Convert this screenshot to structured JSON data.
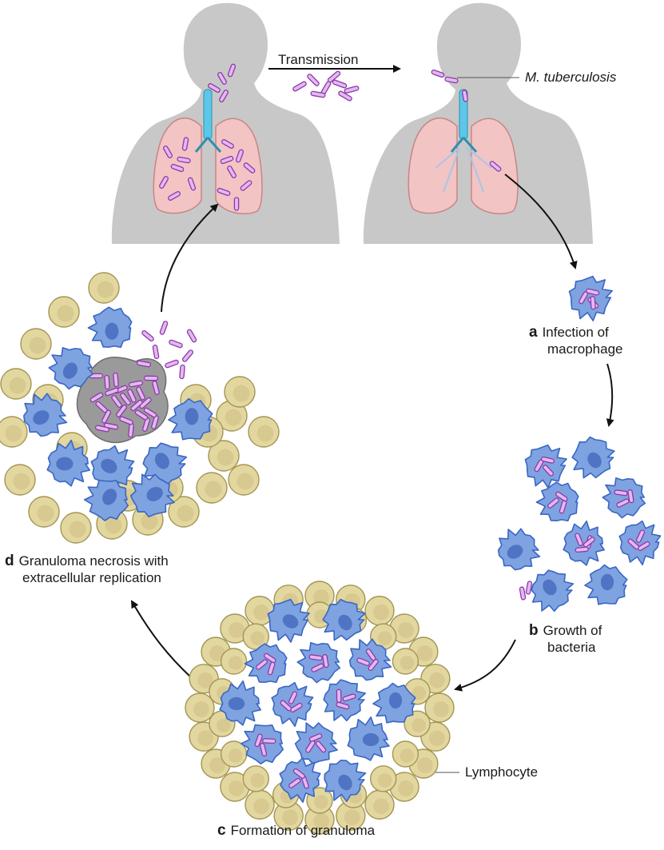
{
  "labels": {
    "transmission": "Transmission",
    "pathogen": "M. tuberculosis",
    "lymphocyte": "Lymphocyte"
  },
  "stages": [
    {
      "letter": "a",
      "line1": "Infection of",
      "line2": "macrophage"
    },
    {
      "letter": "b",
      "line1": "Growth of",
      "line2": "bacteria"
    },
    {
      "letter": "c",
      "line1": "Formation of granuloma",
      "line2": ""
    },
    {
      "letter": "d",
      "line1": "Granuloma necrosis with",
      "line2": "extracellular replication"
    }
  ],
  "colors": {
    "body_silhouette": "#c8c8c8",
    "lung_fill": "#f2c4c4",
    "lung_stroke": "#c98585",
    "trachea": "#5ec7e8",
    "bacterium_fill": "#e4b8f0",
    "bacterium_stroke": "#8a3aa8",
    "macrophage_fill": "#7ea3e0",
    "macrophage_stroke": "#3a66c4",
    "nucleus": "#4f74c4",
    "lymphocyte_fill": "#e3d7a0",
    "lymphocyte_stroke": "#a39553",
    "necrosis_fill": "#9a9a9a",
    "arrow": "#111111"
  }
}
